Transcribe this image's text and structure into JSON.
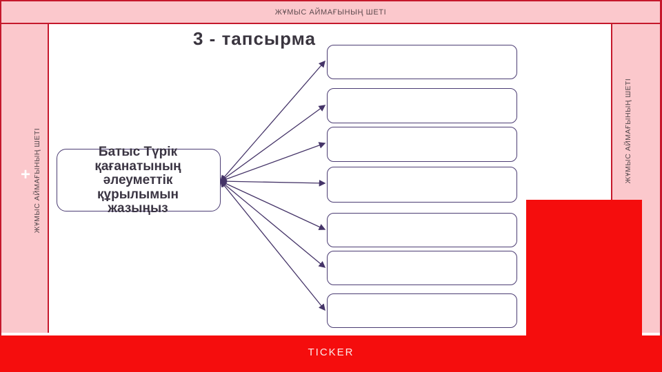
{
  "slide": {
    "margin_label": "ЖҰМЫС АЙМАҒЫНЫҢ ШЕТІ",
    "plus_sign": "+",
    "title": "3 - тапсырма",
    "central_box_text": "Батыс Түрік қағанатының әлеуметтік құрылымын жазыңыз",
    "answer_box_count": 7,
    "ticker_label": "TICKER"
  },
  "colors": {
    "frame_pink": "#fbc8cc",
    "frame_border_red": "#c5182b",
    "accent_red": "#f50d0d",
    "connector_purple": "#453468",
    "title_text": "#3a353f",
    "margin_text": "#5e4b4f",
    "ticker_text": "#fcebea"
  }
}
